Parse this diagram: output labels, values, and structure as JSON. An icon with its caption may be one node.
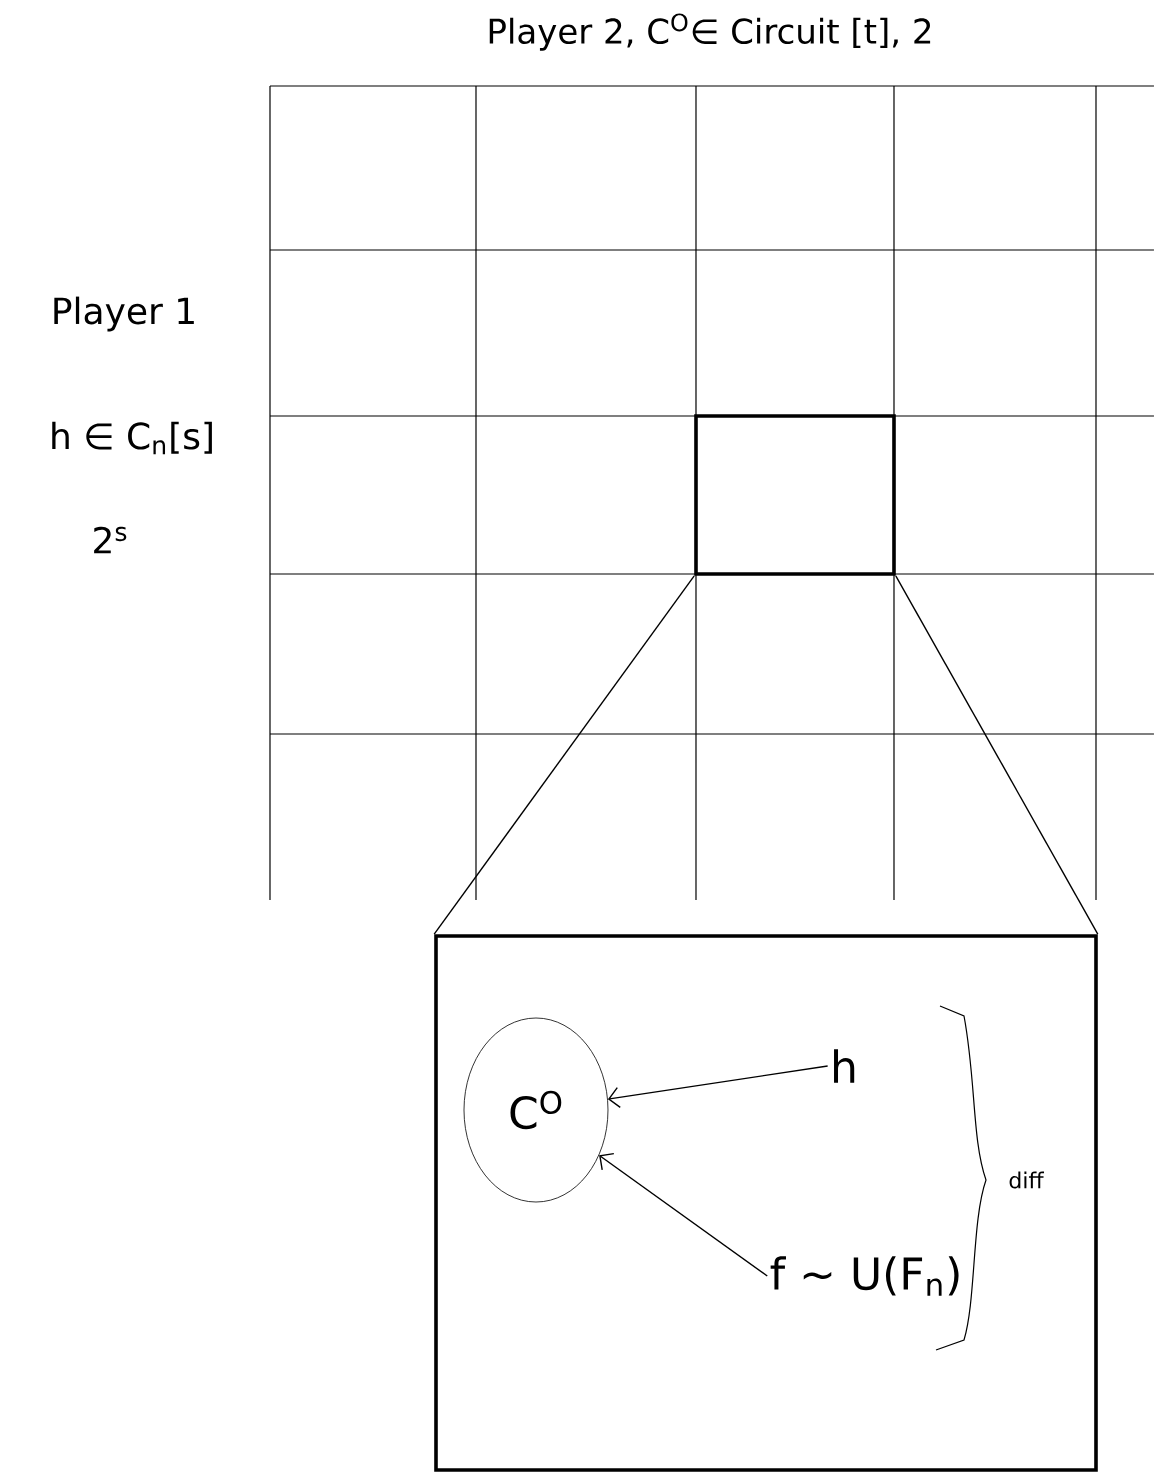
{
  "diagram": {
    "title": "Player 2, C$^{O}$∈ Circuit [t], 2",
    "nodes": [
      {
        "text": [],
        "shape": "box"
      },
      {
        "text": [],
        "shape": "box"
      },
      {
        "text": [
          "C$^{O}$"
        ],
        "in": 1
      },
      {
        "text": [
          "h"
        ],
        "in": 1
      },
      {
        "text": [
          "f ~ U(F$_{n}$)"
        ],
        "in": 1
      }
    ],
    "edges": [
      {
        "from": 0,
        "to": 1,
        "arrow": "none"
      },
      {
        "from": 0,
        "to": 1,
        "arrow": "none"
      },
      {
        "from": 3,
        "to": 2,
        "arrow": "to"
      },
      {
        "from": 4,
        "to": 2,
        "arrow": "to"
      }
    ],
    "labels": [
      "Player 1",
      "h ∈ C$_{n}$[s]",
      "2$^{s}$",
      "diff"
    ]
  }
}
